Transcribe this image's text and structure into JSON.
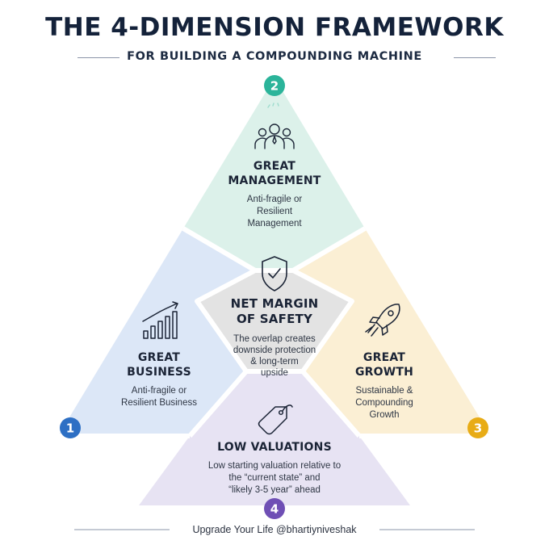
{
  "title": "THE 4-DIMENSION FRAMEWORK",
  "subtitle": "FOR BUILDING A COMPOUNDING MACHINE",
  "dimensions": [
    {
      "number": "1",
      "heading_1": "GREAT",
      "heading_2": "BUSINESS",
      "body": [
        "Anti-fragile or",
        "Resilient Business"
      ],
      "color": "#2d6fc4",
      "fill": "#dce7f7",
      "icon": "bar-chart-arrow-icon"
    },
    {
      "number": "2",
      "heading_1": "GREAT",
      "heading_2": "MANAGEMENT",
      "body": [
        "Anti-fragile or",
        "Resilient",
        "Management"
      ],
      "color": "#2bb49a",
      "fill": "#dcf1ea",
      "icon": "team-icon"
    },
    {
      "number": "3",
      "heading_1": "GREAT",
      "heading_2": "GROWTH",
      "body": [
        "Sustainable &",
        "Compounding",
        "Growth"
      ],
      "color": "#e8ac16",
      "fill": "#fbefd4",
      "icon": "rocket-icon"
    },
    {
      "number": "4",
      "heading_1": "LOW VALUATIONS",
      "body": [
        "Low starting valuation relative to",
        "the “current state” and",
        "“likely 3-5 year” ahead"
      ],
      "color": "#6f4fb5",
      "fill": "#e7e3f3",
      "icon": "price-tag-icon"
    }
  ],
  "center": {
    "heading_1": "NET MARGIN",
    "heading_2": "OF SAFETY",
    "body": [
      "The overlap creates",
      "downside protection",
      "& long-term",
      "upside"
    ],
    "fill": "#e3e3e3",
    "icon": "shield-check-icon"
  },
  "footer": "Upgrade Your Life @bhartiyniveshak"
}
